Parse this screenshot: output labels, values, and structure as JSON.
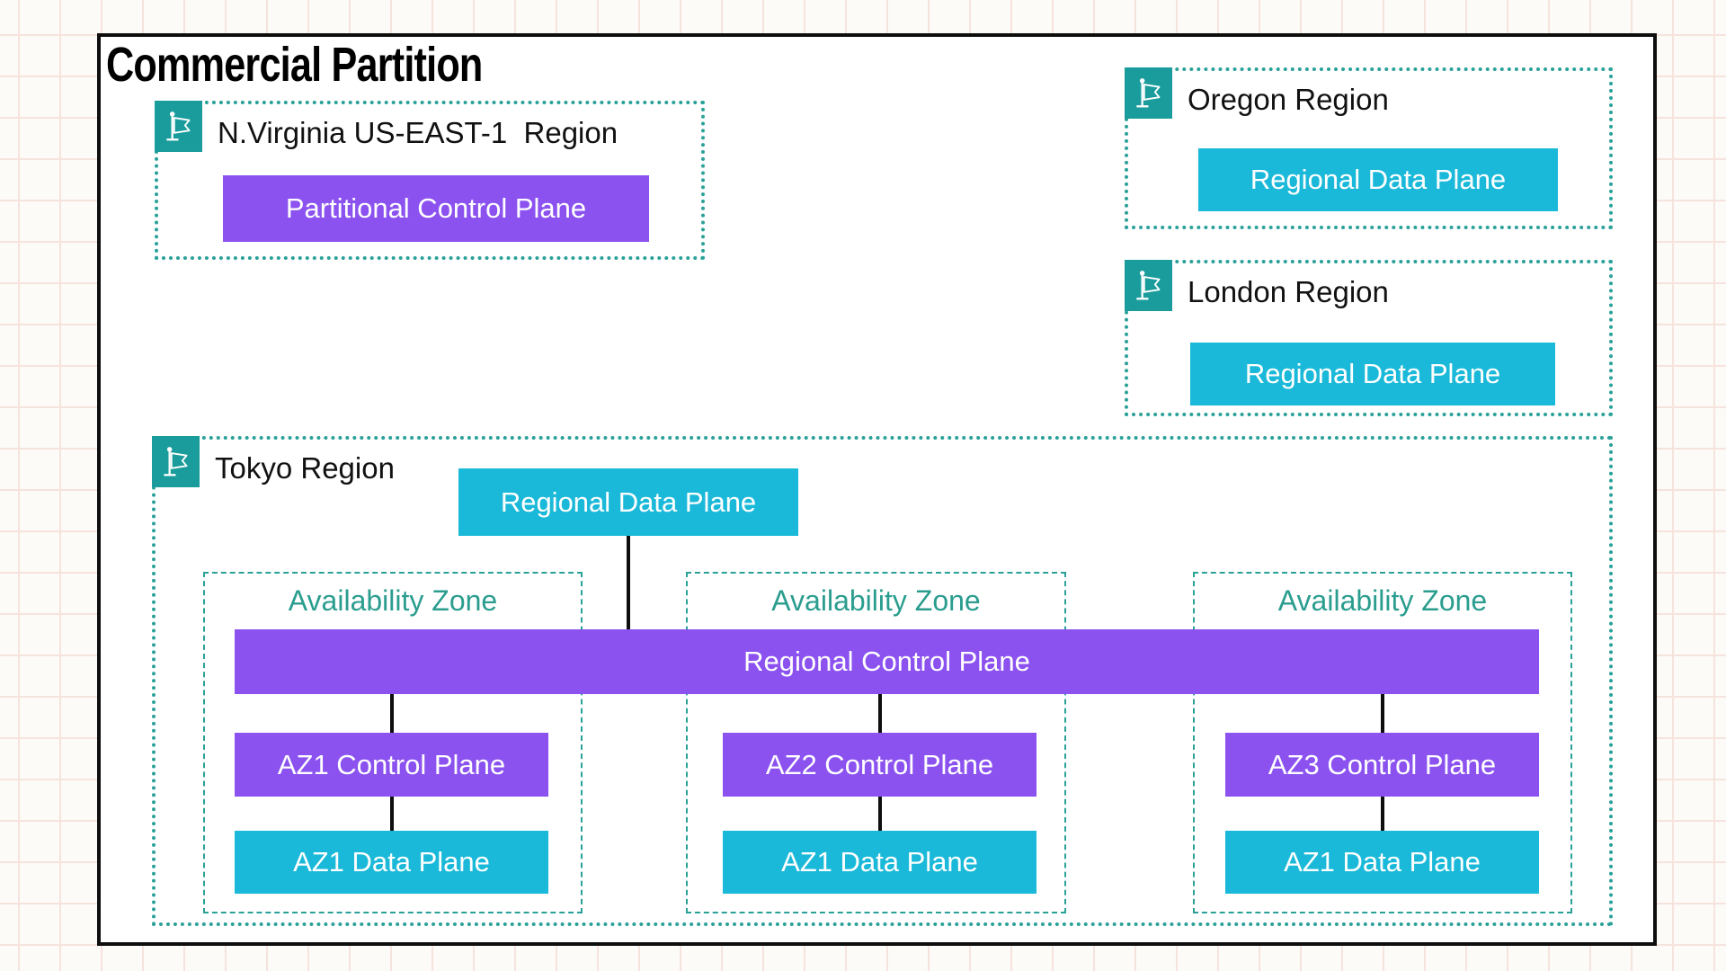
{
  "title": "Commercial Partition",
  "colors": {
    "control_plane_purple": "#8b52f0",
    "data_plane_cyan": "#1bb9d9",
    "region_border_teal": "#2aa198",
    "flag_chip_teal": "#1a9c9c",
    "az_label_teal": "#2a9d8f",
    "connector_black": "#0e0e0e",
    "outer_border_black": "#0e0e0e",
    "grid_line_pink": "#f6e3dd"
  },
  "icons": {
    "region_flag": "flag-icon"
  },
  "regions": {
    "nvirginia": {
      "label": "N.Virginia US-EAST-1  Region",
      "plane": "Partitional Control Plane"
    },
    "oregon": {
      "label": "Oregon Region",
      "plane": "Regional Data Plane"
    },
    "london": {
      "label": "London Region",
      "plane": "Regional Data Plane"
    },
    "tokyo": {
      "label": "Tokyo Region",
      "regional_data_plane": "Regional Data Plane",
      "regional_control_plane": "Regional Control Plane",
      "availability_zones": [
        {
          "label": "Availability Zone",
          "control_plane": "AZ1 Control Plane",
          "data_plane": "AZ1 Data Plane"
        },
        {
          "label": "Availability Zone",
          "control_plane": "AZ2 Control Plane",
          "data_plane": "AZ1 Data Plane"
        },
        {
          "label": "Availability Zone",
          "control_plane": "AZ3 Control Plane",
          "data_plane": "AZ1 Data Plane"
        }
      ]
    }
  }
}
